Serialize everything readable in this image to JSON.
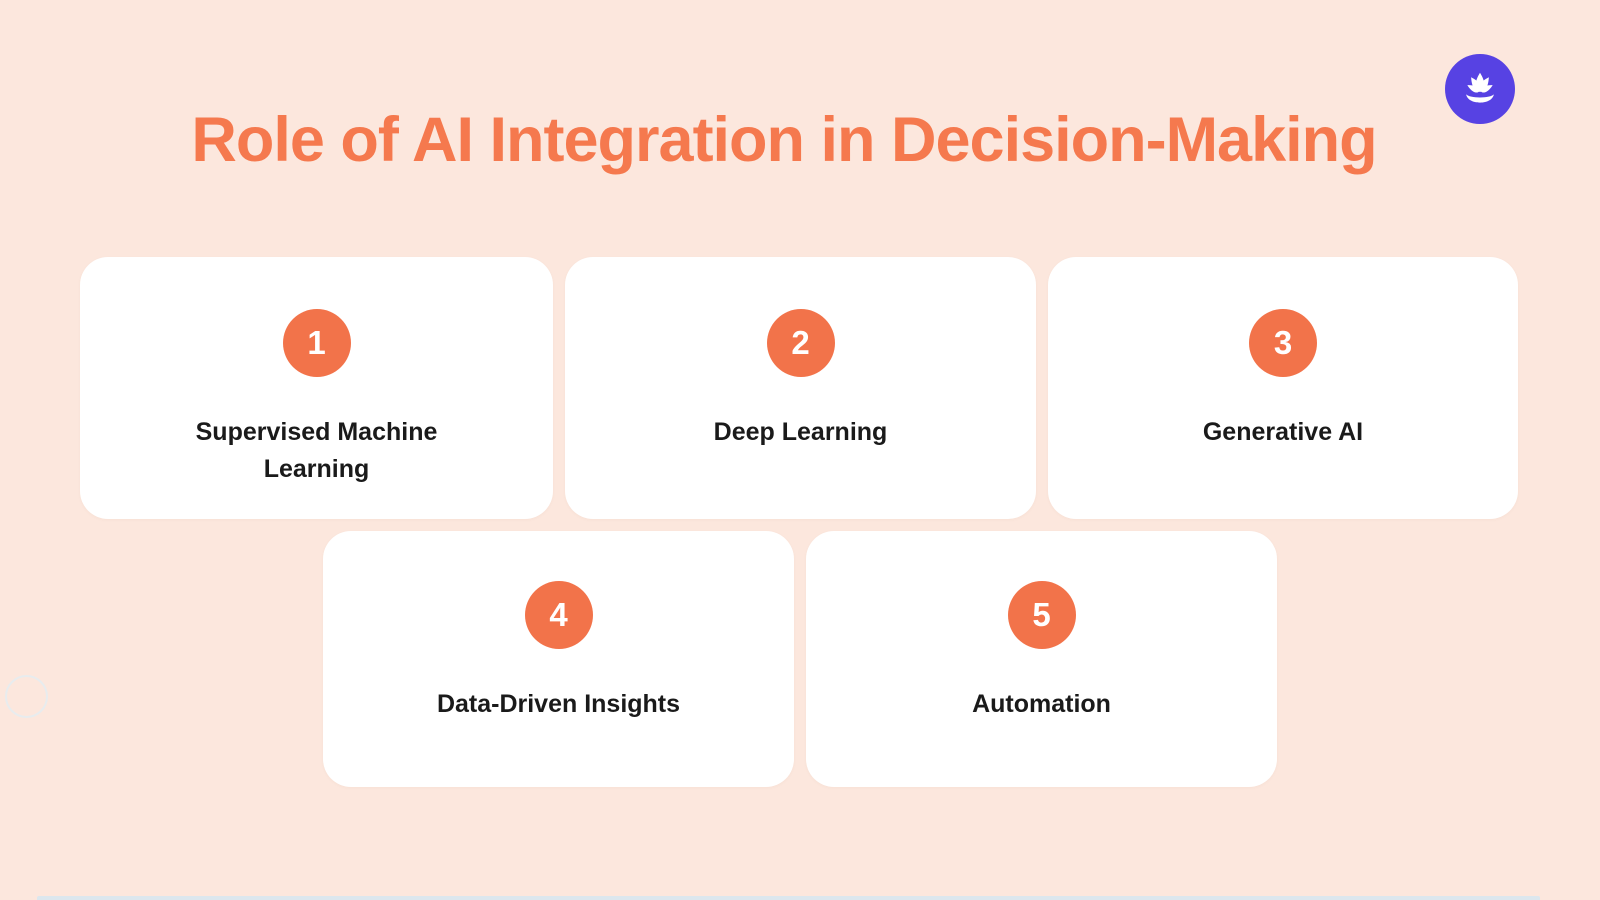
{
  "header": {
    "title": "Role of AI Integration in Decision-Making"
  },
  "logo": {
    "icon": "lotus-flower-icon"
  },
  "cards": [
    {
      "number": "1",
      "label": "Supervised Machine Learning"
    },
    {
      "number": "2",
      "label": "Deep Learning"
    },
    {
      "number": "3",
      "label": "Generative AI"
    },
    {
      "number": "4",
      "label": "Data-Driven Insights"
    },
    {
      "number": "5",
      "label": "Automation"
    }
  ],
  "colors": {
    "background": "#FCE7DD",
    "title": "#F5794E",
    "badge": "#F2734A",
    "card_background": "#FFFFFF",
    "card_text": "#1A1A1A",
    "logo_background": "#5742E3",
    "logo_glyph": "#FFFFFF",
    "bottom_strip": "#DCE7EE",
    "decorative_circle_border": "#E8ECEE"
  }
}
